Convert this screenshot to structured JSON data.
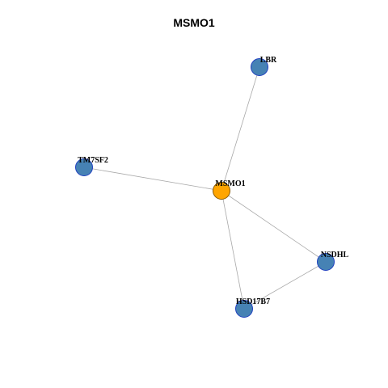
{
  "title": "MSMO1",
  "colors": {
    "hub_fill": "#FFA500",
    "hub_stroke": "#8B5A00",
    "node_fill": "#4682B4",
    "node_stroke": "#1F3FBF",
    "edge": "#A8A8A8"
  },
  "nodes": [
    {
      "id": "MSMO1",
      "label": "MSMO1",
      "hub": true
    },
    {
      "id": "LBR",
      "label": "LBR",
      "hub": false
    },
    {
      "id": "TM7SF2",
      "label": "TM7SF2",
      "hub": false
    },
    {
      "id": "NSDHL",
      "label": "NSDHL",
      "hub": false
    },
    {
      "id": "HSD17B7",
      "label": "HSD17B7",
      "hub": false
    }
  ],
  "edges": [
    {
      "source": "MSMO1",
      "target": "LBR"
    },
    {
      "source": "MSMO1",
      "target": "TM7SF2"
    },
    {
      "source": "MSMO1",
      "target": "NSDHL"
    },
    {
      "source": "MSMO1",
      "target": "HSD17B7"
    },
    {
      "source": "NSDHL",
      "target": "HSD17B7"
    }
  ]
}
